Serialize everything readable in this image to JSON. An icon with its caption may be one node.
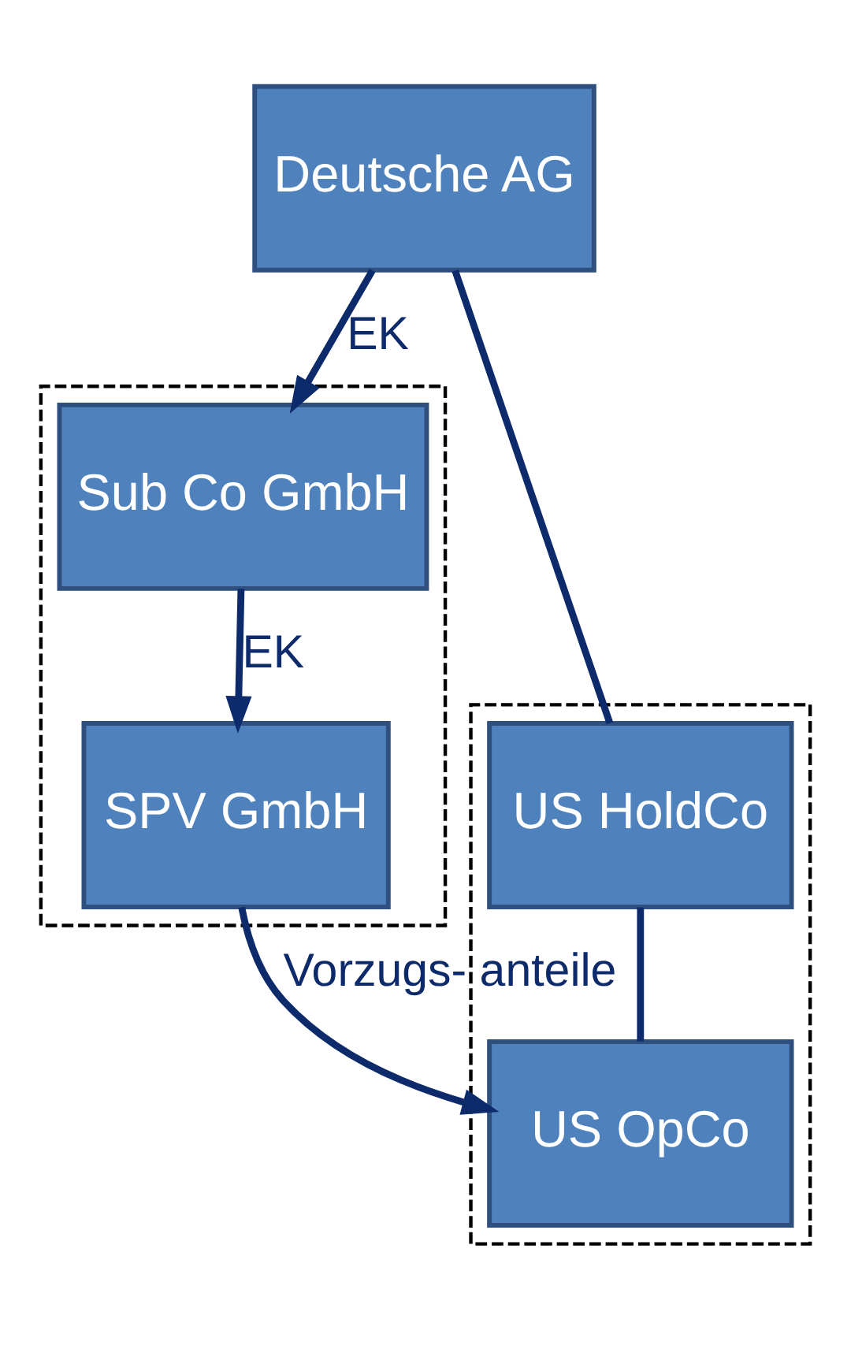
{
  "diagram": {
    "nodes": [
      {
        "text": [
          "Deutsche AG"
        ]
      },
      {
        "text": [],
        "shape": "box"
      },
      {
        "text": [
          "Sub Co GmbH"
        ],
        "in": 1
      },
      {
        "text": [],
        "shape": "box"
      },
      {
        "text": [
          "US HoldCo"
        ],
        "in": 3
      },
      {
        "text": [
          "SPV GmbH"
        ],
        "in": 1
      },
      {
        "text": [
          "US OpCo"
        ],
        "in": 3
      }
    ],
    "edges": [
      {
        "from": 0,
        "to": 2,
        "arrow": "to",
        "label": "EK"
      },
      {
        "from": 0,
        "to": 4,
        "arrow": "none"
      },
      {
        "from": 2,
        "to": 5,
        "arrow": "to",
        "label": "EK"
      },
      {
        "from": 4,
        "to": 6,
        "arrow": "none"
      },
      {
        "from": 5,
        "to": 6,
        "arrow": "to",
        "label": "Vorzugs- anteile"
      }
    ]
  }
}
